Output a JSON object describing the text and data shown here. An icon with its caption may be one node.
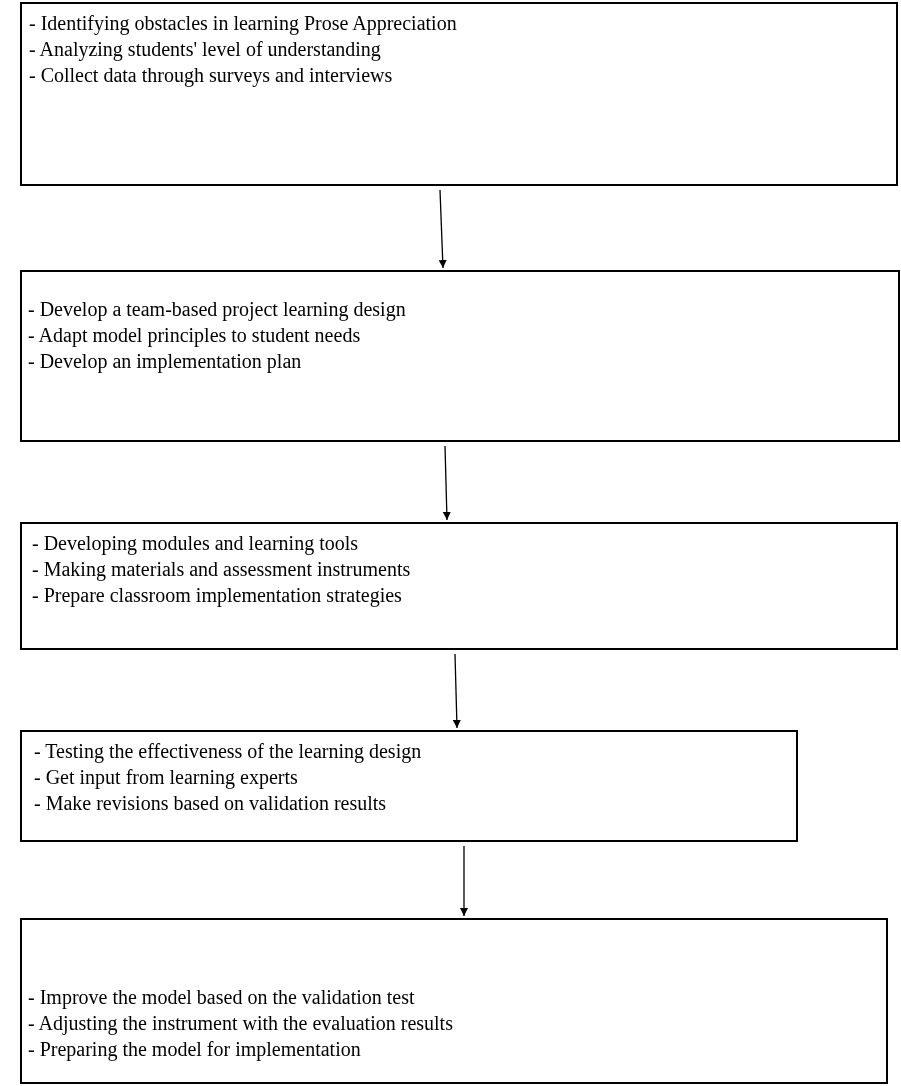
{
  "diagram": {
    "nodes": [
      {
        "text": [
          "- Identifying obstacles in learning Prose Appreciation",
          "- Analyzing students' level of understanding",
          "- Collect data through surveys and interviews"
        ]
      },
      {
        "text": [
          "- Develop a team-based project learning design",
          "- Adapt model principles to student needs",
          "- Develop an implementation plan"
        ]
      },
      {
        "text": [
          "- Developing modules and learning tools",
          "- Making materials and assessment instruments",
          "- Prepare classroom implementation strategies"
        ]
      },
      {
        "text": [
          "- Testing the effectiveness of the learning design",
          "- Get input from learning experts",
          "- Make revisions based on validation results"
        ]
      },
      {
        "text": [
          "- Improve the model based on the validation test",
          "- Adjusting the instrument with the evaluation results",
          "- Preparing the model for implementation"
        ]
      }
    ],
    "edges": [
      {
        "from": 0,
        "to": 1,
        "arrow": "to"
      },
      {
        "from": 1,
        "to": 2,
        "arrow": "to"
      },
      {
        "from": 2,
        "to": 3,
        "arrow": "to"
      },
      {
        "from": 3,
        "to": 4,
        "arrow": "to"
      }
    ]
  }
}
